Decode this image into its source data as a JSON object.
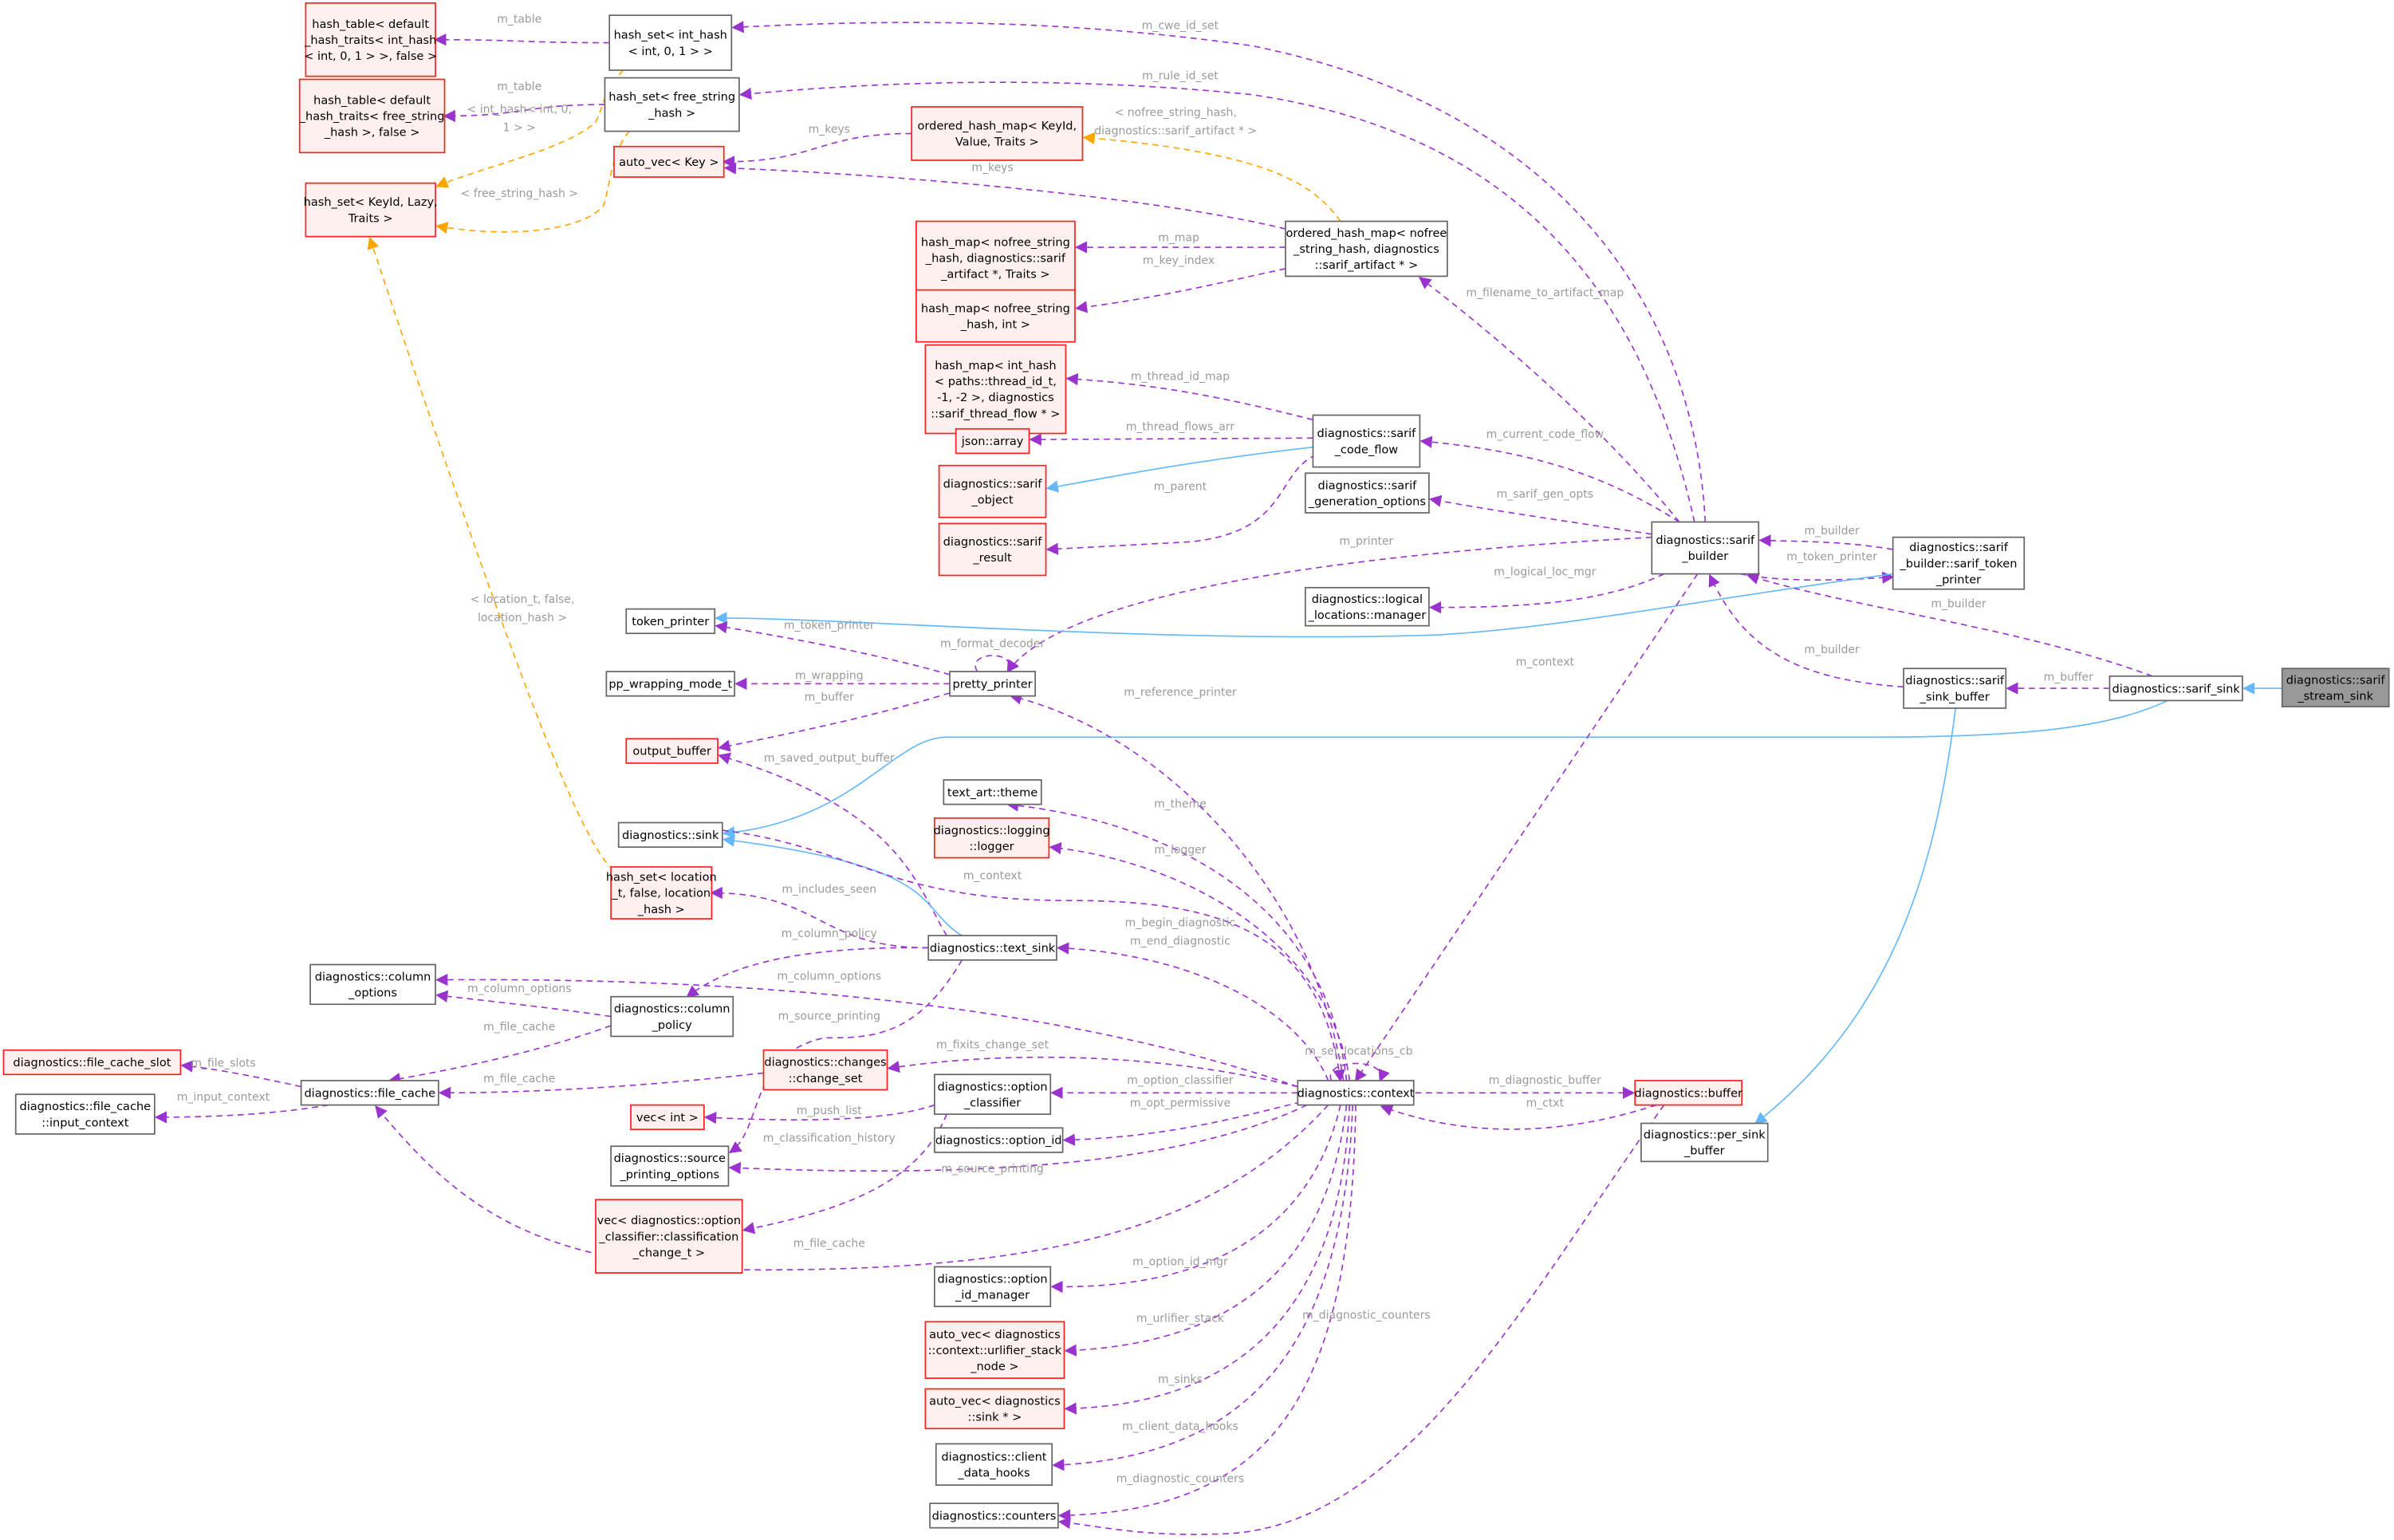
{
  "title": "diagnostics::sarif_stream_sink collaboration graph",
  "colors": {
    "member_edge": "#9a32cd",
    "template_edge": "#ffa500",
    "inherit_edge": "#63b8ff",
    "undocumented_border": "#ff0000",
    "focus_fill": "#999999"
  },
  "nodes": {
    "hash_table_int": [
      "hash_table< default",
      "_hash_traits< int_hash",
      "< int, 0, 1 > >, false >"
    ],
    "hash_set_int": [
      "hash_set< int_hash",
      "< int, 0, 1 > >"
    ],
    "hash_table_fs": [
      "hash_table< default",
      "_hash_traits< free_string",
      "_hash >, false >"
    ],
    "hash_set_fs": [
      "hash_set< free_string",
      "_hash >"
    ],
    "auto_vec_key": [
      "auto_vec< Key >"
    ],
    "ordered_keyid": [
      "ordered_hash_map< KeyId,",
      "Value, Traits >"
    ],
    "hash_set_keyid": [
      "hash_set< KeyId, Lazy,",
      "Traits >"
    ],
    "hash_map_nofree_sarif": [
      "hash_map< nofree_string",
      "_hash, diagnostics::sarif",
      "_artifact *, Traits >"
    ],
    "ordered_nofree": [
      "ordered_hash_map< nofree",
      "_string_hash, diagnostics",
      "::sarif_artifact * >"
    ],
    "hash_map_nofree_int": [
      "hash_map< nofree_string",
      "_hash, int >"
    ],
    "hash_map_int_hash": [
      "hash_map< int_hash",
      "< paths::thread_id_t,",
      "-1, -2 >, diagnostics",
      "::sarif_thread_flow * >"
    ],
    "json_array": [
      "json::array"
    ],
    "sarif_object": [
      "diagnostics::sarif",
      "_object"
    ],
    "sarif_result": [
      "diagnostics::sarif",
      "_result"
    ],
    "sarif_code_flow": [
      "diagnostics::sarif",
      "_code_flow"
    ],
    "sarif_gen_opts": [
      "diagnostics::sarif",
      "_generation_options"
    ],
    "sarif_builder": [
      "diagnostics::sarif",
      "_builder"
    ],
    "sarif_token_printer": [
      "diagnostics::sarif",
      "_builder::sarif_token",
      "_printer"
    ],
    "logical_locations": [
      "diagnostics::logical",
      "_locations::manager"
    ],
    "token_printer": [
      "token_printer"
    ],
    "pp_wrapping": [
      "pp_wrapping_mode_t"
    ],
    "pretty_printer": [
      "pretty_printer"
    ],
    "output_buffer": [
      "output_buffer"
    ],
    "text_art_theme": [
      "text_art::theme"
    ],
    "diagnostics_sink": [
      "diagnostics::sink"
    ],
    "logging_logger": [
      "diagnostics::logging",
      "::logger"
    ],
    "hash_set_location": [
      "hash_set< location",
      "_t, false, location",
      "_hash >"
    ],
    "text_sink": [
      "diagnostics::text_sink"
    ],
    "column_options": [
      "diagnostics::column",
      "_options"
    ],
    "column_policy": [
      "diagnostics::column",
      "_policy"
    ],
    "change_set": [
      "diagnostics::changes",
      "::change_set"
    ],
    "file_cache_slot": [
      "diagnostics::file_cache_slot"
    ],
    "file_cache": [
      "diagnostics::file_cache"
    ],
    "input_context": [
      "diagnostics::file_cache",
      "::input_context"
    ],
    "option_classifier": [
      "diagnostics::option",
      "_classifier"
    ],
    "vec_int": [
      "vec< int >"
    ],
    "option_id": [
      "diagnostics::option_id"
    ],
    "source_printing_options": [
      "diagnostics::source",
      "_printing_options"
    ],
    "vec_classification": [
      "vec< diagnostics::option",
      "_classifier::classification",
      "_change_t >"
    ],
    "option_id_manager": [
      "diagnostics::option",
      "_id_manager"
    ],
    "urlifier_stack": [
      "auto_vec< diagnostics",
      "::context::urlifier_stack",
      "_node >"
    ],
    "auto_vec_sink": [
      "auto_vec< diagnostics",
      "::sink * >"
    ],
    "client_data_hooks": [
      "diagnostics::client",
      "_data_hooks"
    ],
    "counters": [
      "diagnostics::counters"
    ],
    "context": [
      "diagnostics::context"
    ],
    "buffer": [
      "diagnostics::buffer"
    ],
    "per_sink_buffer": [
      "diagnostics::per_sink",
      "_buffer"
    ],
    "sarif_sink_buffer": [
      "diagnostics::sarif",
      "_sink_buffer"
    ],
    "sarif_sink": [
      "diagnostics::sarif_sink"
    ],
    "sarif_stream_sink": [
      "diagnostics::sarif",
      "_stream_sink"
    ]
  },
  "edges": [
    [
      "m_table"
    ],
    [
      "m_table"
    ],
    [
      "< int_hash< int, 0,",
      "1 > >"
    ],
    [
      "< free_string_hash >"
    ],
    [
      "m_keys"
    ],
    [
      "m_keys"
    ],
    [
      "< nofree_string_hash,",
      "diagnostics::sarif_artifact * >"
    ],
    [
      "m_map"
    ],
    [
      "m_key_index"
    ],
    [
      "m_cwe_id_set"
    ],
    [
      "m_rule_id_set"
    ],
    [
      "m_filename_to_artifact_map"
    ],
    [
      "m_thread_id_map"
    ],
    [
      "m_thread_flows_arr"
    ],
    [],
    [
      "m_parent"
    ],
    [
      "m_current_code_flow"
    ],
    [
      "m_sarif_gen_opts"
    ],
    [
      "m_printer"
    ],
    [
      "m_logical_loc_mgr"
    ],
    [
      "m_builder"
    ],
    [
      "m_token_printer"
    ],
    [],
    [
      "m_builder"
    ],
    [
      "m_builder"
    ],
    [
      "m_buffer"
    ],
    [],
    [],
    [],
    [
      "m_context"
    ],
    [
      "m_token_printer"
    ],
    [
      "m_wrapping"
    ],
    [
      "m_buffer"
    ],
    [
      "m_format_decoder"
    ],
    [
      "m_reference_printer"
    ],
    [
      "m_saved_output_buffer"
    ],
    [
      "m_theme"
    ],
    [
      "m_logger"
    ],
    [],
    [
      "m_context"
    ],
    [
      "m_includes_seen"
    ],
    [
      "< location_t, false,",
      "location_hash >"
    ],
    [
      "m_begin_diagnostic",
      "m_end_diagnostic"
    ],
    [
      "m_column_policy"
    ],
    [
      "m_column_options"
    ],
    [
      "m_column_options"
    ],
    [
      "m_source_printing"
    ],
    [
      "m_file_cache"
    ],
    [
      "m_fixits_change_set"
    ],
    [
      "m_file_cache"
    ],
    [
      "m_file_slots"
    ],
    [
      "m_input_context"
    ],
    [
      "m_set_locations_cb"
    ],
    [
      "m_option_classifier"
    ],
    [
      "m_push_list"
    ],
    [
      "m_opt_permissive"
    ],
    [
      "m_classification_history"
    ],
    [
      "m_source_printing"
    ],
    [
      "m_file_cache"
    ],
    [
      "m_option_id_mgr"
    ],
    [
      "m_urlifier_stack"
    ],
    [
      "m_sinks"
    ],
    [
      "m_client_data_hooks"
    ],
    [
      "m_diagnostic_counters"
    ],
    [
      "m_diagnostic_counters"
    ],
    [
      "m_diagnostic_buffer"
    ],
    [
      "m_ctxt"
    ]
  ]
}
